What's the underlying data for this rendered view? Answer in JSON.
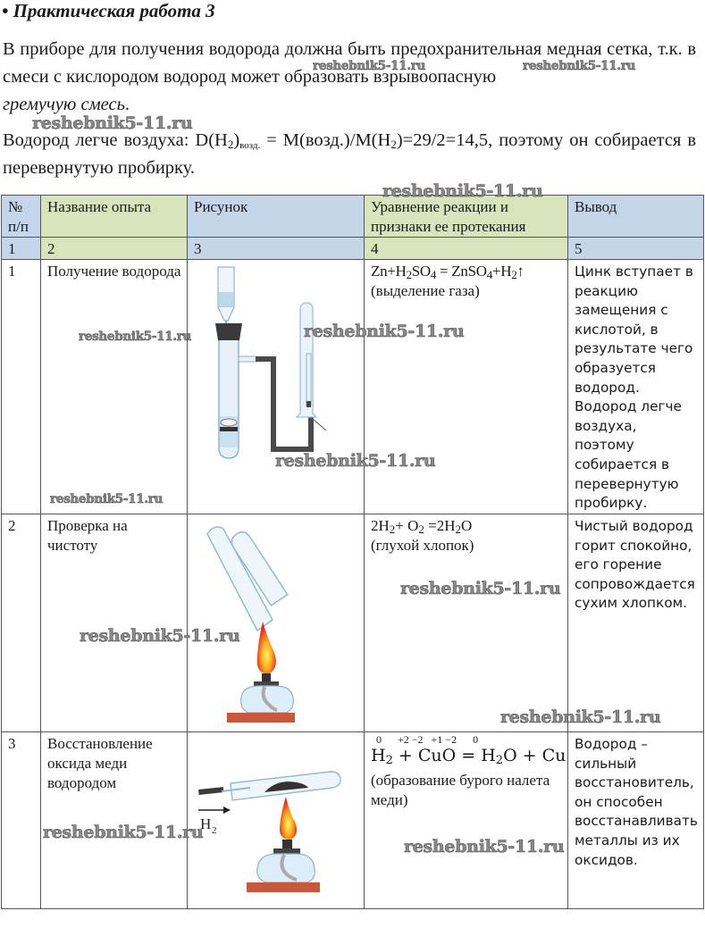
{
  "title": "• Практическая работа 3",
  "paragraph1": {
    "text": "В приборе для получения водорода должна быть предохранительная медная сетка, т.к. в смеси с кислородом водород может образовать взрывоопасную",
    "emphasis": "гремучую смесь",
    "end": "."
  },
  "paragraph2": {
    "part1": "Водород легче воздуха: D(H",
    "sub1": "2",
    "part2": ")",
    "sub2": "возд.",
    "part3": " = M(возд.)/M(H",
    "sub3": "2",
    "part4": ")=29/2=14,5, поэтому он собирается в перевернутую пробирку."
  },
  "watermark": "reshebnik5-11.ru",
  "colors": {
    "header_blue": "#c5d5ea",
    "header_green": "#d8e5bc",
    "border": "#555555"
  },
  "table": {
    "headers": [
      "№ п/п",
      "Название опыта",
      "Рисунок",
      "Уравнение реакции и признаки ее протекания",
      "Вывод"
    ],
    "column_numbers": [
      "1",
      "2",
      "3",
      "4",
      "5"
    ],
    "rows": [
      {
        "num": "1",
        "name": "Получение водорода",
        "figure": "hydrogen-generation-apparatus",
        "equation": {
          "lhs": "Zn+H",
          "s1": "2",
          "m1": "SO",
          "s2": "4",
          "m2": " = ZnSO",
          "s3": "4",
          "m3": "+H",
          "s4": "2",
          "arrow": "↑"
        },
        "sign": "(выделение газа)",
        "conclusion": "Цинк вступает в реакцию замещения с кислотой, в результате чего образуется водород. Водород легче воздуха, поэтому собирается в перевернутую пробирку."
      },
      {
        "num": "2",
        "name": "Проверка на чистоту",
        "figure": "test-tube-over-spirit-lamp",
        "equation": {
          "a": "2H",
          "s1": "2",
          "b": "+ O",
          "s2": "2",
          "c": " =2H",
          "s3": "2",
          "d": "O"
        },
        "sign": "(глухой хлопок)",
        "conclusion": "Чистый водород горит спокойно, его горение сопровождается сухим хлопком."
      },
      {
        "num": "3",
        "name": "Восстановление оксида меди водородом",
        "figure": "copper-oxide-reduction-apparatus",
        "equation": {
          "oxidation_states": "0      +2 −2   +1 −2      0",
          "text_a": "H",
          "s1": "2",
          "text_b": " + CuO = H",
          "s2": "2",
          "text_c": "O + Cu"
        },
        "figure_label": "H₂",
        "sign": "(образование бурого налета меди)",
        "conclusion": "Водород – сильный восстановитель, он способен восстанавливать металлы из их оксидов."
      }
    ]
  }
}
